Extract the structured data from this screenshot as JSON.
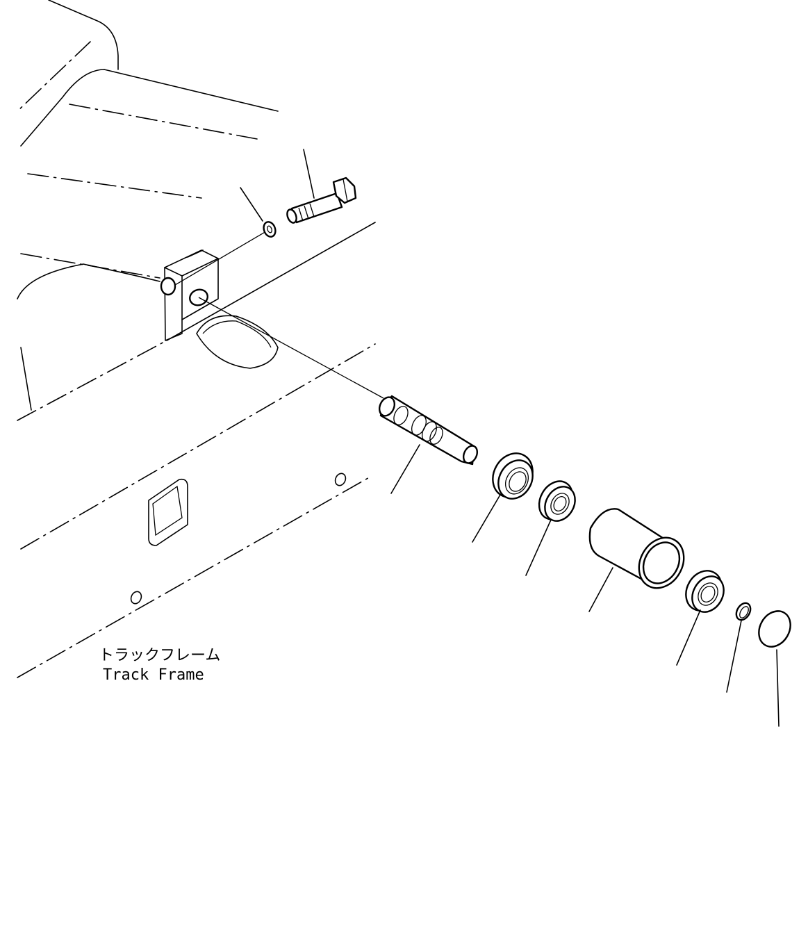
{
  "labels": {
    "track_frame_jp": "トラックフレーム",
    "track_frame_en": "Track Frame"
  },
  "parts": [
    {
      "name": "bolt"
    },
    {
      "name": "washer"
    },
    {
      "name": "shaft"
    },
    {
      "name": "seal"
    },
    {
      "name": "bearing"
    },
    {
      "name": "roller"
    },
    {
      "name": "bearing"
    },
    {
      "name": "snap-ring"
    },
    {
      "name": "cap"
    }
  ]
}
